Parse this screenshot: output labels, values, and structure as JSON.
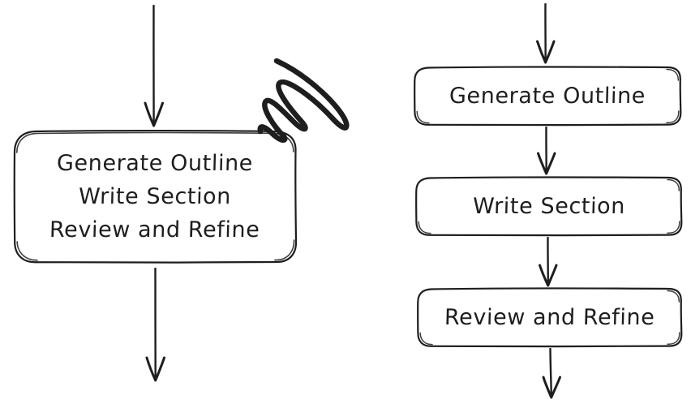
{
  "diagram": {
    "description": "Two hand-drawn flowcharts comparing a single combined step versus three separate sequential steps",
    "colors": {
      "stroke": "#1e1e1e",
      "background": "#ffffff"
    },
    "left_flow": {
      "box_lines": [
        "Generate Outline",
        "Write Section",
        "Review and Refine"
      ]
    },
    "right_flow": {
      "boxes": [
        {
          "label": "Generate Outline"
        },
        {
          "label": "Write Section"
        },
        {
          "label": "Review and Refine"
        }
      ]
    }
  }
}
